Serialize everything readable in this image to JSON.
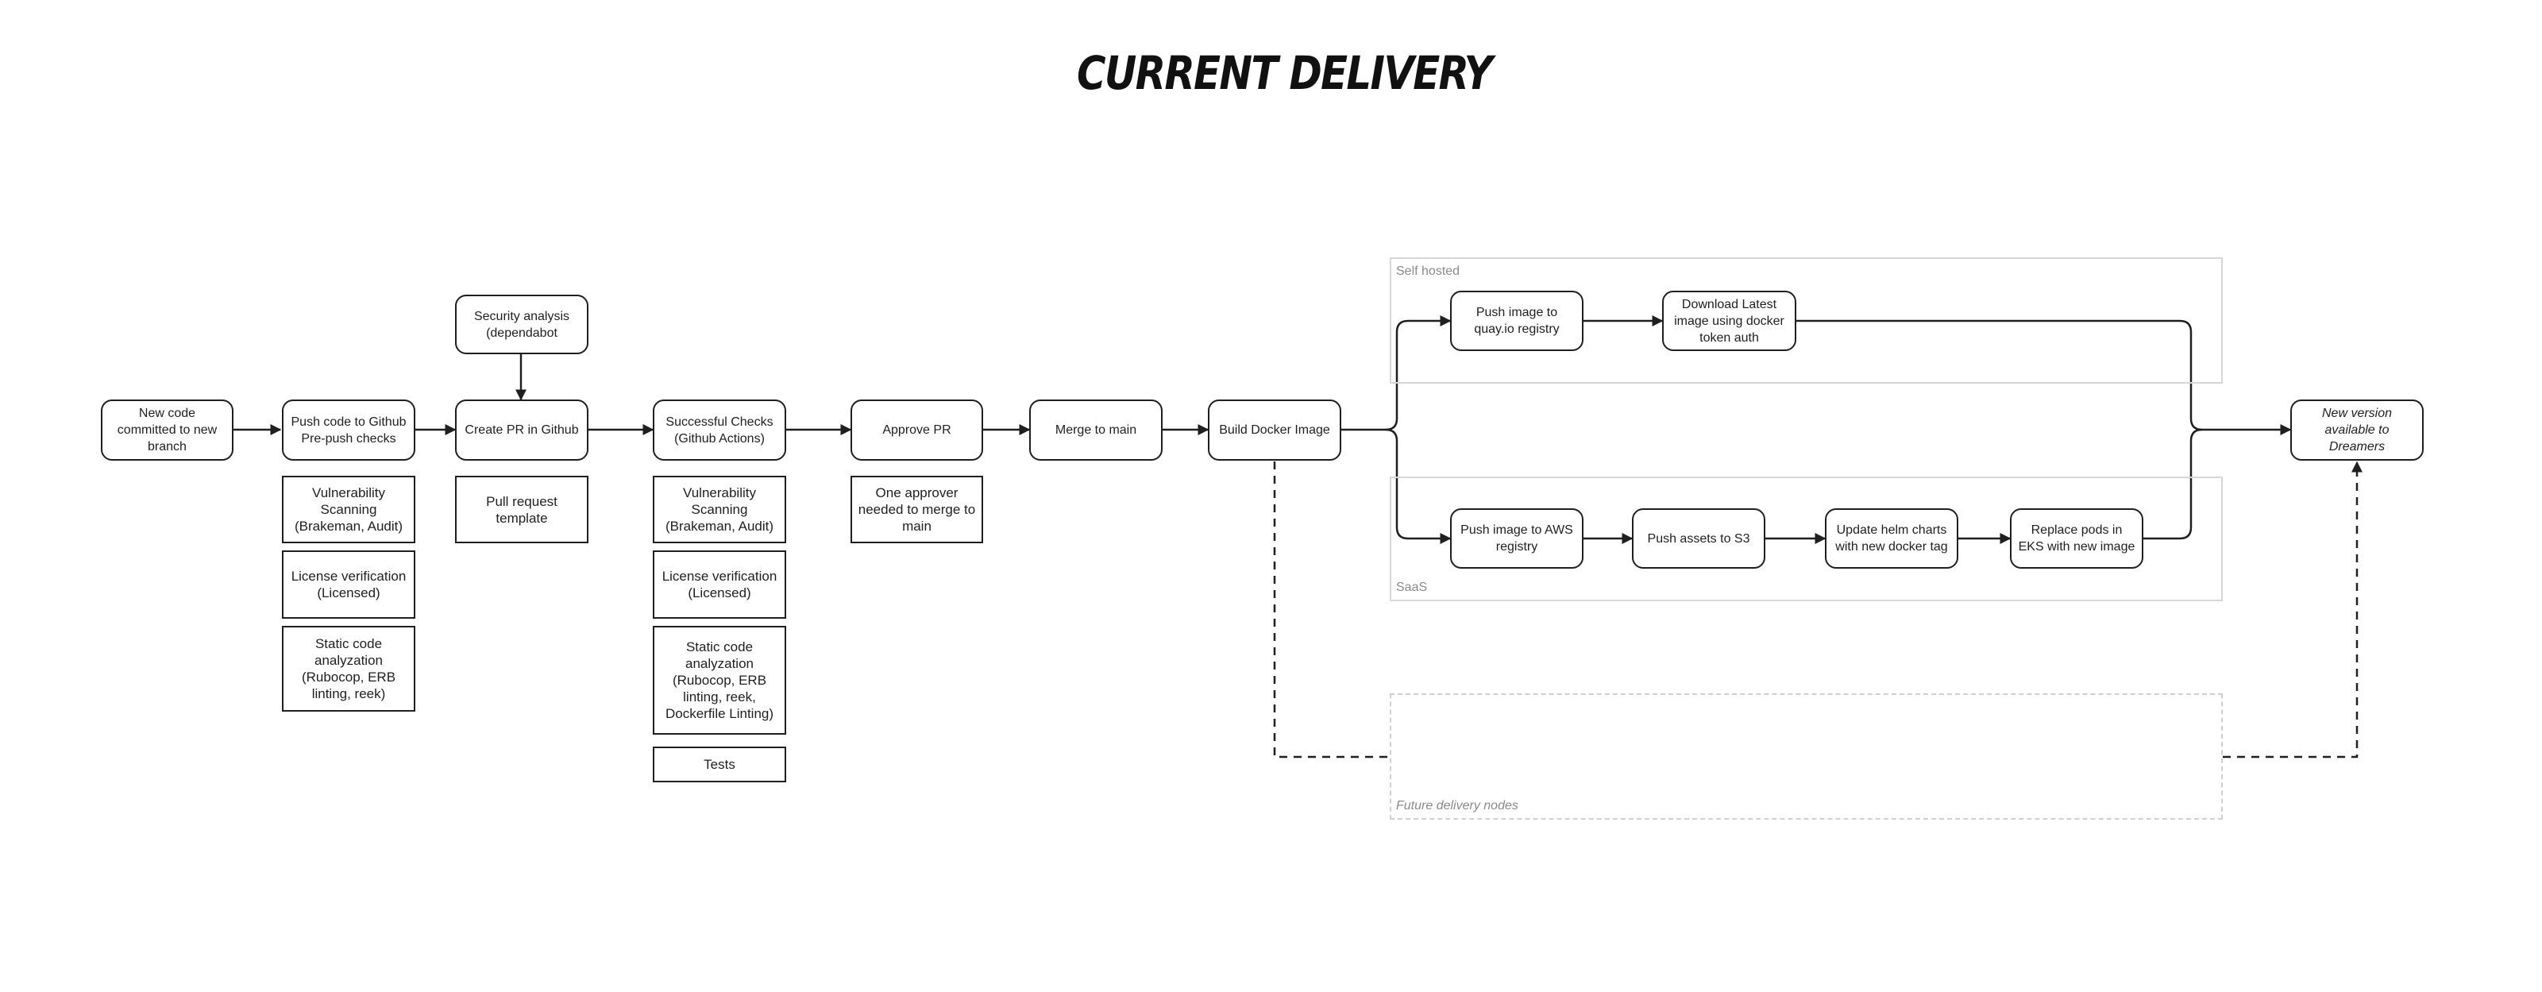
{
  "title": "CURRENT DELIVERY",
  "nodes": {
    "new_code": "New code committed to new branch",
    "push_code": "Push code to Github Pre-push checks",
    "security": "Security analysis (dependabot",
    "create_pr": "Create PR in Github",
    "checks": "Successful Checks (Github Actions)",
    "approve": "Approve PR",
    "merge": "Merge to main",
    "build": "Build Docker Image",
    "push_quay": "Push image to quay.io registry",
    "download": "Download Latest image using docker token auth",
    "push_aws": "Push image to AWS registry",
    "push_s3": "Push assets to S3",
    "helm": "Update helm charts with new docker tag",
    "replace": "Replace pods in EKS with new image",
    "new_version": "New version available to Dreamers"
  },
  "notes": {
    "prepush_vuln": "Vulnerability Scanning (Brakeman, Audit)",
    "prepush_license": "License verification (Licensed)",
    "prepush_static": "Static code analyzation (Rubocop, ERB linting, reek)",
    "pr_template": "Pull request template",
    "gha_vuln": "Vulnerability Scanning (Brakeman, Audit)",
    "gha_license": "License verification (Licensed)",
    "gha_static": "Static code analyzation (Rubocop, ERB linting, reek, Dockerfile Linting)",
    "gha_tests": "Tests",
    "approver": "One approver needed to merge to main"
  },
  "groups": {
    "self_hosted": "Self hosted",
    "saas": "SaaS",
    "future": "Future delivery nodes"
  }
}
